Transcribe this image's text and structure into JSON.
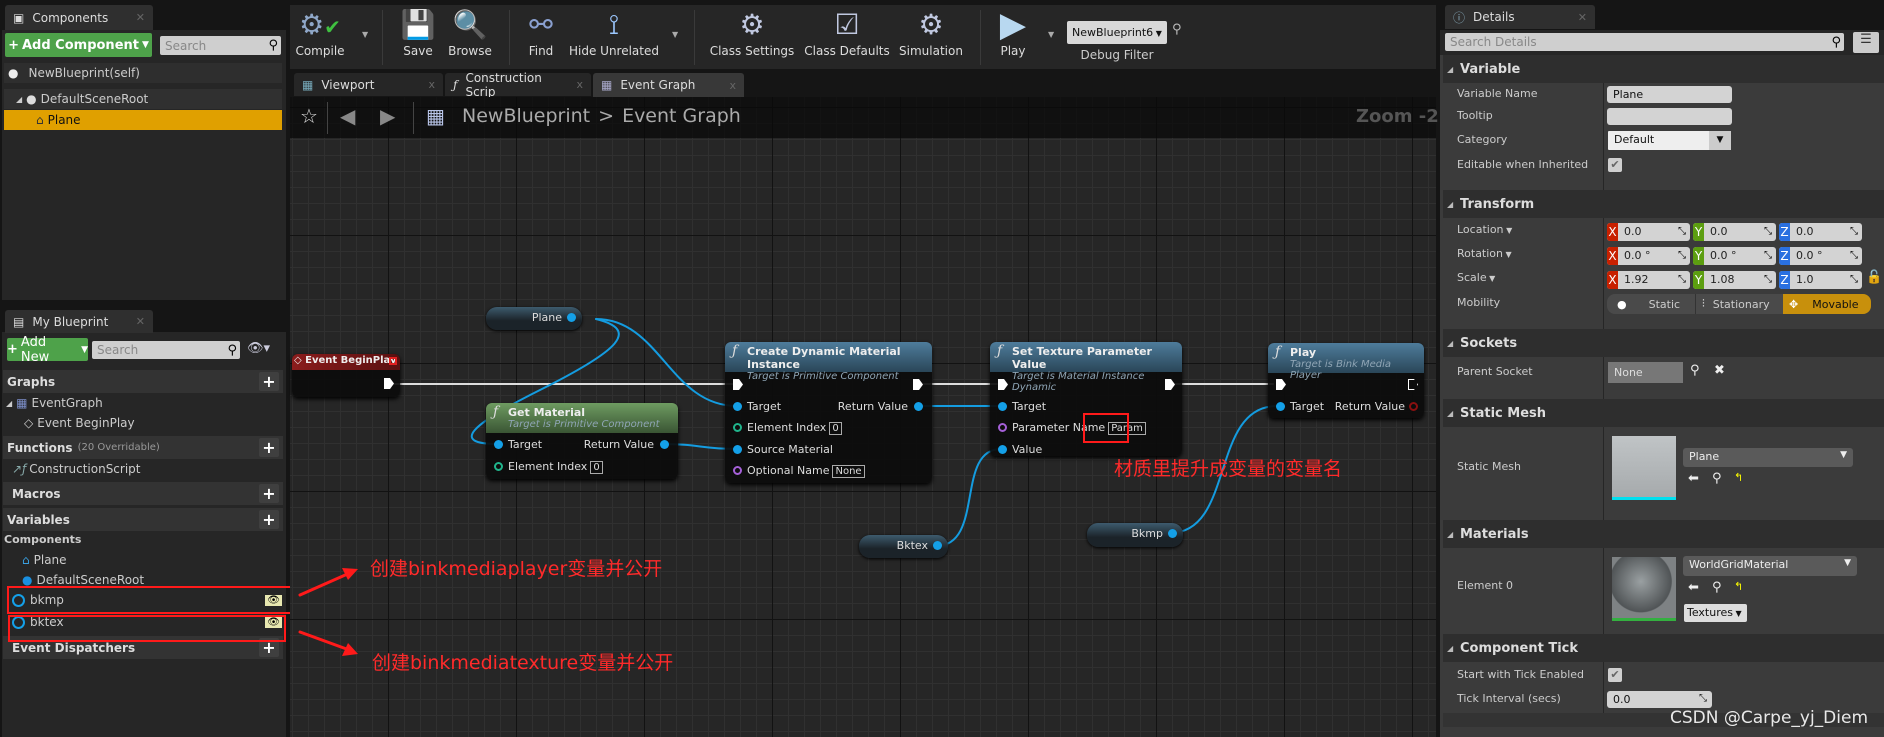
{
  "components_panel": {
    "tab": "Components",
    "add_component": "Add Component",
    "search_placeholder": "Search",
    "self_item": "NewBlueprint(self)",
    "tree": [
      {
        "label": "DefaultSceneRoot"
      },
      {
        "label": "Plane",
        "selected": true
      }
    ]
  },
  "my_blueprint": {
    "tab": "My Blueprint",
    "add_new": "Add New",
    "search_placeholder": "Search",
    "sections": {
      "graphs": "Graphs",
      "event_graph": "EventGraph",
      "event_begin_play": "Event BeginPlay",
      "functions": "Functions",
      "functions_count": "(20 Overridable)",
      "construction_script": "ConstructionScript",
      "macros": "Macros",
      "variables": "Variables",
      "components": "Components",
      "event_dispatchers": "Event Dispatchers"
    },
    "components": [
      "Plane",
      "DefaultSceneRoot"
    ],
    "variables": [
      {
        "name": "bkmp",
        "public": true
      },
      {
        "name": "bktex",
        "public": true
      }
    ]
  },
  "toolbar": {
    "compile": "Compile",
    "save": "Save",
    "browse": "Browse",
    "find": "Find",
    "hide_unrelated": "Hide Unrelated",
    "class_settings": "Class Settings",
    "class_defaults": "Class Defaults",
    "simulation": "Simulation",
    "play": "Play",
    "debug_filter_value": "NewBlueprint6",
    "debug_filter_label": "Debug Filter"
  },
  "editor_tabs": [
    "Viewport",
    "Construction Scrip",
    "Event Graph"
  ],
  "active_tab": "Event Graph",
  "breadcrumb": {
    "root": "NewBlueprint",
    "sep": ">",
    "current": "Event Graph"
  },
  "zoom_label": "Zoom -2",
  "graph": {
    "event_begin_play": "Event BeginPlay",
    "plane_var": "Plane",
    "get_material": {
      "title": "Get Material",
      "subtitle": "Target is Primitive Component",
      "target": "Target",
      "element_index": "Element Index",
      "element_index_value": "0",
      "return_value": "Return Value"
    },
    "create_dmi": {
      "title": "Create Dynamic Material Instance",
      "subtitle": "Target is Primitive Component",
      "target": "Target",
      "element_index": "Element Index",
      "element_index_value": "0",
      "source_material": "Source Material",
      "optional_name": "Optional Name",
      "optional_name_value": "None",
      "return_value": "Return Value"
    },
    "set_texture": {
      "title": "Set Texture Parameter Value",
      "subtitle": "Target is Material Instance Dynamic",
      "target": "Target",
      "parameter_name": "Parameter Name",
      "parameter_name_value": "Param",
      "value": "Value"
    },
    "play": {
      "title": "Play",
      "subtitle": "Target is Bink Media Player",
      "target": "Target",
      "return_value": "Return Value"
    },
    "bktex_var": "Bktex",
    "bkmp_var": "Bkmp"
  },
  "annotations": {
    "param_note": "材质里提升成变量的变量名",
    "bkmp_note": "创建binkmediaplayer变量并公开",
    "bktex_note": "创建binkmediatexture变量并公开",
    "color": "#ff1a1a"
  },
  "details": {
    "tab": "Details",
    "search_placeholder": "Search Details",
    "variable": {
      "header": "Variable",
      "name_label": "Variable Name",
      "name_value": "Plane",
      "tooltip_label": "Tooltip",
      "tooltip_value": "",
      "category_label": "Category",
      "category_value": "Default",
      "editable_label": "Editable when Inherited",
      "editable_checked": true
    },
    "transform": {
      "header": "Transform",
      "location_label": "Location",
      "rotation_label": "Rotation",
      "scale_label": "Scale",
      "mobility_label": "Mobility",
      "location": [
        "0.0",
        "0.0",
        "0.0"
      ],
      "rotation": [
        "0.0 °",
        "0.0 °",
        "0.0 °"
      ],
      "scale": [
        "1.92",
        "1.08",
        "1.0"
      ],
      "axes": [
        "X",
        "Y",
        "Z"
      ],
      "mobility_options": [
        "Static",
        "Stationary",
        "Movable"
      ],
      "mobility_selected": "Movable"
    },
    "sockets": {
      "header": "Sockets",
      "parent_socket_label": "Parent Socket",
      "parent_socket_value": "None"
    },
    "static_mesh": {
      "header": "Static Mesh",
      "label": "Static Mesh",
      "value": "Plane"
    },
    "materials": {
      "header": "Materials",
      "element_label": "Element 0",
      "value": "WorldGridMaterial",
      "textures_button": "Textures"
    },
    "component_tick": {
      "header": "Component Tick",
      "start_label": "Start with Tick Enabled",
      "start_checked": true,
      "interval_label": "Tick Interval (secs)",
      "interval_value": "0.0"
    }
  },
  "watermark": "CSDN @Carpe_yj_Diem",
  "colors": {
    "accent_selected": "#e0a000",
    "movable": "#c8900c",
    "pin_object": "#14a0e8",
    "add_green": "#4ea24a"
  }
}
